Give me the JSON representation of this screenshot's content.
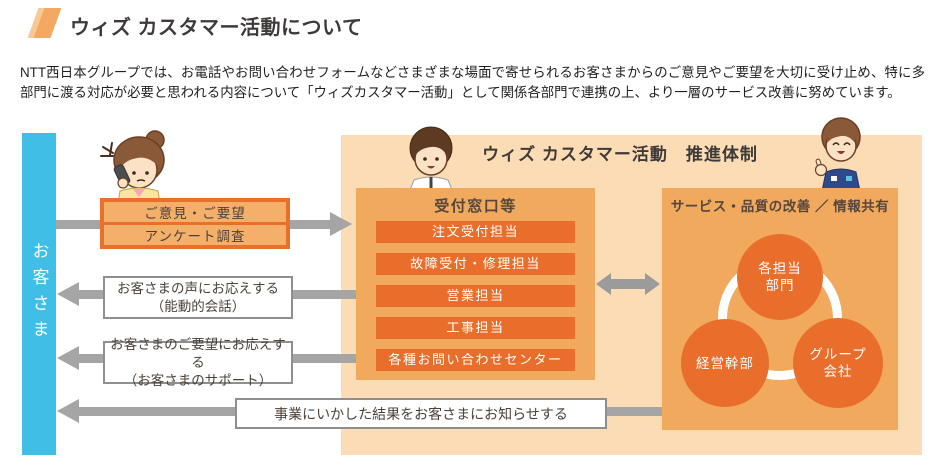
{
  "header": {
    "title": "ウィズ カスタマー活動について"
  },
  "intro": "NTT西日本グループでは、お電話やお問い合わせフォームなどさまざまな場面で寄せられるお客さまからのご意見やご要望を大切に受け止め、特に多部門に渡る対応が必要と思われる内容について「ウィズカスタマー活動」として関係各部門で連携の上、より一層のサービス改善に努めています。",
  "diagram": {
    "customer_label": "お客さま",
    "title": "ウィズ カスタマー活動　推進体制",
    "feedback_box": {
      "items": [
        "ご意見・ご要望",
        "アンケート調査"
      ]
    },
    "response_boxes": [
      {
        "line1": "お客さまの声にお応えする",
        "line2": "（能動的会話）"
      },
      {
        "line1": "お客さまのご要望にお応えする",
        "line2": "（お客さまのサポート）"
      }
    ],
    "reception": {
      "title": "受付窓口等",
      "items": [
        "注文受付担当",
        "故障受付・修理担当",
        "営業担当",
        "工事担当",
        "各種お問い合わせセンター"
      ]
    },
    "improvement": {
      "title": "サービス・品質の改善 ／ 情報共有",
      "circles": [
        {
          "lines": [
            "各担当",
            "部門"
          ]
        },
        {
          "lines": [
            "経営幹部"
          ]
        },
        {
          "lines": [
            "グループ",
            "会社"
          ]
        }
      ]
    },
    "results_box": "事業にいかした結果をお客さまにお知らせする"
  },
  "icons": {
    "heading_marker": "orange-parallelogram",
    "customer_illustration": "woman-talking-on-phone",
    "reception_illustration": "male-office-staff",
    "improvement_illustration": "worker-pointing-up"
  },
  "colors": {
    "accent_orange": "#E96E2B",
    "panel_orange": "#F1A95E",
    "panel_light_orange": "#FBDCB4",
    "feedback_fill": "#F4AF6A",
    "customer_cyan": "#3FBFE6",
    "arrow_gray": "#A5A5A5",
    "heading_text": "#3E3A39",
    "box_text": "#4A413B"
  }
}
